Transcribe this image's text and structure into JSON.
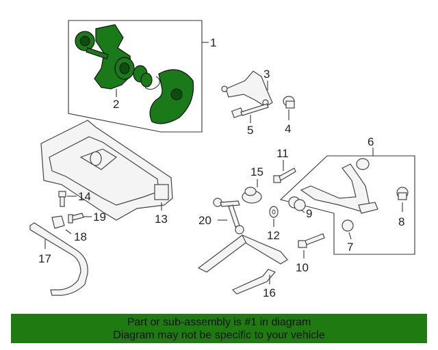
{
  "callouts": [
    "1",
    "2",
    "3",
    "4",
    "5",
    "6",
    "7",
    "8",
    "9",
    "10",
    "11",
    "12",
    "13",
    "14",
    "15",
    "16",
    "17",
    "18",
    "19",
    "20"
  ],
  "banner": {
    "line1": "Part or sub-assembly is #1 in diagram",
    "line2": "Diagram may not be specific to your vehicle"
  },
  "colors": {
    "highlight": "#1a7a1a",
    "banner_bg": "#1f7a12"
  }
}
